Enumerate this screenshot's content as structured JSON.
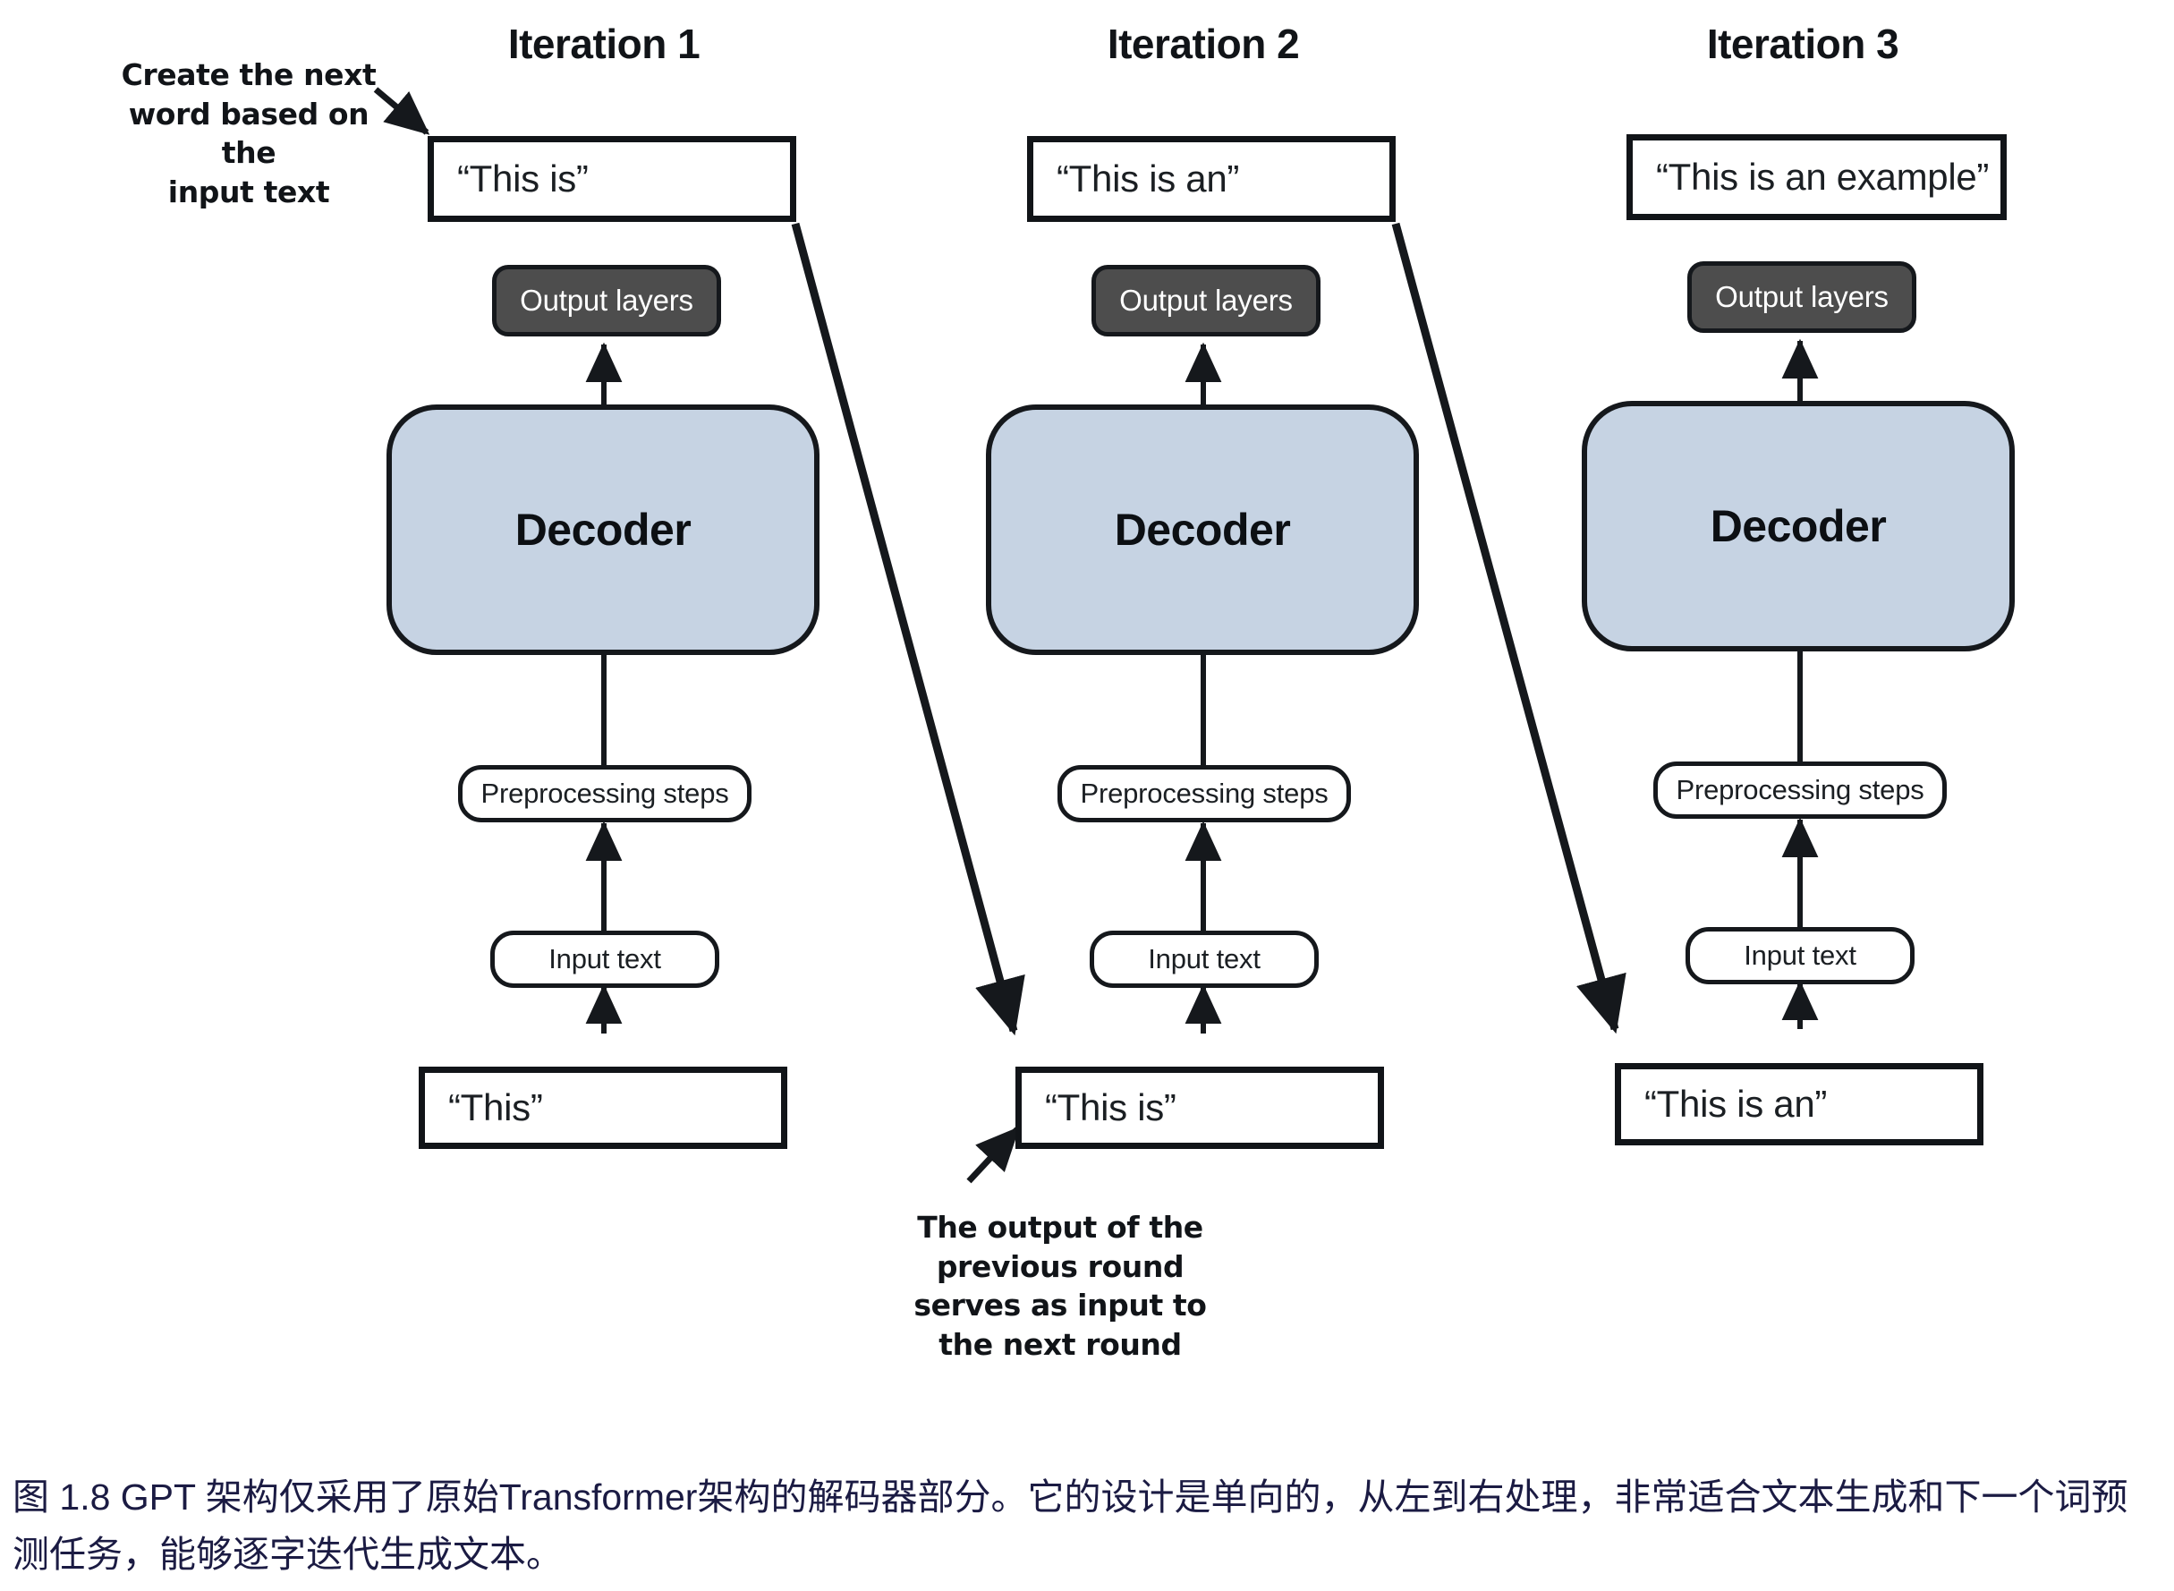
{
  "figure": {
    "caption": "图 1.8  GPT 架构仅采用了原始Transformer架构的解码器部分。它的设计是单向的，从左到右处理，非常适合文本生成和下一个词预测任务，能够逐字迭代生成文本。",
    "caption_color": "#1b1b43"
  },
  "colors": {
    "decoder_fill": "#c6d3e3",
    "output_layers_fill": "#4d4d4d",
    "stroke": "#15181c",
    "box_background": "#ffffff",
    "page_background": "#ffffff"
  },
  "annotations": {
    "top_left": "Create the next word based on the input text",
    "top_left_lines": [
      "Create the next",
      "word based on the",
      "input text"
    ],
    "bottom_center": "The output of the previous round serves as input to the next round",
    "bottom_center_lines": [
      "The output of the",
      "previous round",
      "serves as input to",
      "the next round"
    ]
  },
  "shared_labels": {
    "output_layers": "Output layers",
    "decoder": "Decoder",
    "preprocessing_steps": "Preprocessing steps",
    "input_text": "Input text"
  },
  "columns": [
    {
      "title": "Iteration 1",
      "output_string": "“This is”",
      "output_layers": "Output layers",
      "decoder": "Decoder",
      "preprocessing_steps": "Preprocessing steps",
      "input_text": "Input text",
      "input_string": "“This”"
    },
    {
      "title": "Iteration 2",
      "output_string": "“This is an”",
      "output_layers": "Output layers",
      "decoder": "Decoder",
      "preprocessing_steps": "Preprocessing steps",
      "input_text": "Input text",
      "input_string": "“This is”"
    },
    {
      "title": "Iteration 3",
      "output_string": "“This is an example”",
      "output_layers": "Output layers",
      "decoder": "Decoder",
      "preprocessing_steps": "Preprocessing steps",
      "input_text": "Input text",
      "input_string": "“This is an”"
    }
  ],
  "flow": {
    "within_column_order": [
      "input_string",
      "input_text",
      "preprocessing_steps",
      "decoder",
      "output_layers",
      "output_string"
    ],
    "cross_column": [
      {
        "from": "Iteration 1 output “This is”",
        "to": "Iteration 2 input “This is”"
      },
      {
        "from": "Iteration 2 output “This is an”",
        "to": "Iteration 3 input “This is an”"
      }
    ]
  }
}
